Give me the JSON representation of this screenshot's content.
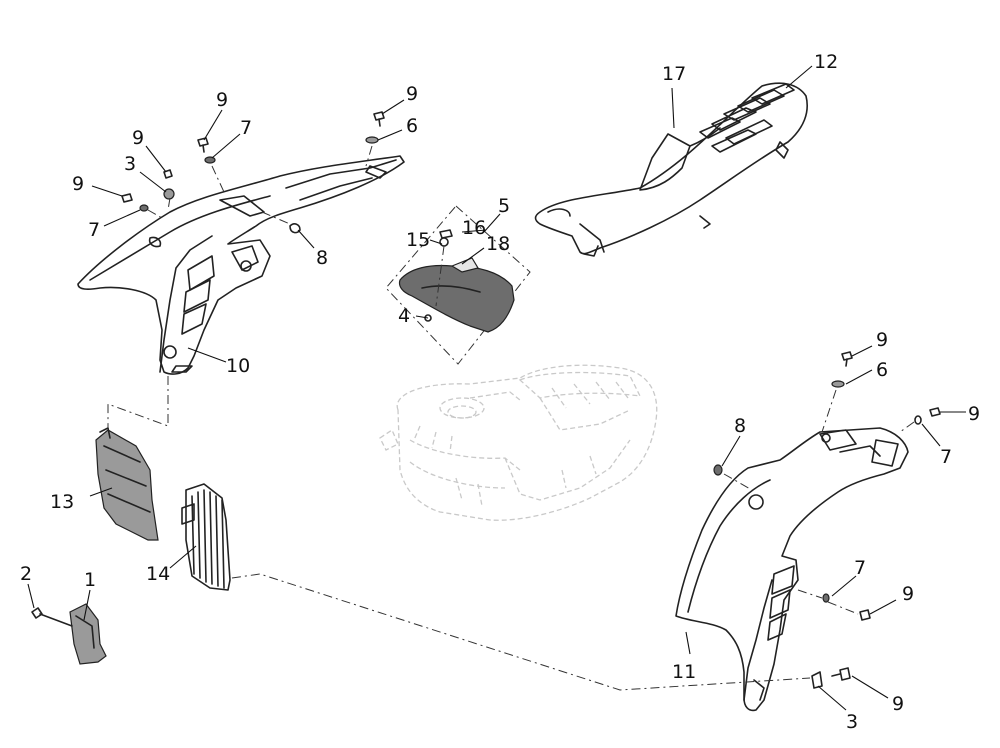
{
  "diagram": {
    "type": "exploded-parts-diagram",
    "colors": {
      "line": "#222222",
      "ghost": "#c9c9c9",
      "shade_dark": "#6d6d6d",
      "shade_mid": "#9a9a9a",
      "background": "#ffffff"
    },
    "callouts": [
      {
        "id": "c-1",
        "text": "1"
      },
      {
        "id": "c-2",
        "text": "2"
      },
      {
        "id": "c-3a",
        "text": "3"
      },
      {
        "id": "c-3b",
        "text": "3"
      },
      {
        "id": "c-4",
        "text": "4"
      },
      {
        "id": "c-5",
        "text": "5"
      },
      {
        "id": "c-6a",
        "text": "6"
      },
      {
        "id": "c-6b",
        "text": "6"
      },
      {
        "id": "c-7a",
        "text": "7"
      },
      {
        "id": "c-7b",
        "text": "7"
      },
      {
        "id": "c-7c",
        "text": "7"
      },
      {
        "id": "c-7d",
        "text": "7"
      },
      {
        "id": "c-8a",
        "text": "8"
      },
      {
        "id": "c-8b",
        "text": "8"
      },
      {
        "id": "c-9a",
        "text": "9"
      },
      {
        "id": "c-9b",
        "text": "9"
      },
      {
        "id": "c-9c",
        "text": "9"
      },
      {
        "id": "c-9d",
        "text": "9"
      },
      {
        "id": "c-9e",
        "text": "9"
      },
      {
        "id": "c-9f",
        "text": "9"
      },
      {
        "id": "c-9g",
        "text": "9"
      },
      {
        "id": "c-9h",
        "text": "9"
      },
      {
        "id": "c-10",
        "text": "10"
      },
      {
        "id": "c-11",
        "text": "11"
      },
      {
        "id": "c-12",
        "text": "12"
      },
      {
        "id": "c-13",
        "text": "13"
      },
      {
        "id": "c-14",
        "text": "14"
      },
      {
        "id": "c-15",
        "text": "15"
      },
      {
        "id": "c-16",
        "text": "16"
      },
      {
        "id": "c-17",
        "text": "17"
      },
      {
        "id": "c-18",
        "text": "18"
      }
    ]
  }
}
